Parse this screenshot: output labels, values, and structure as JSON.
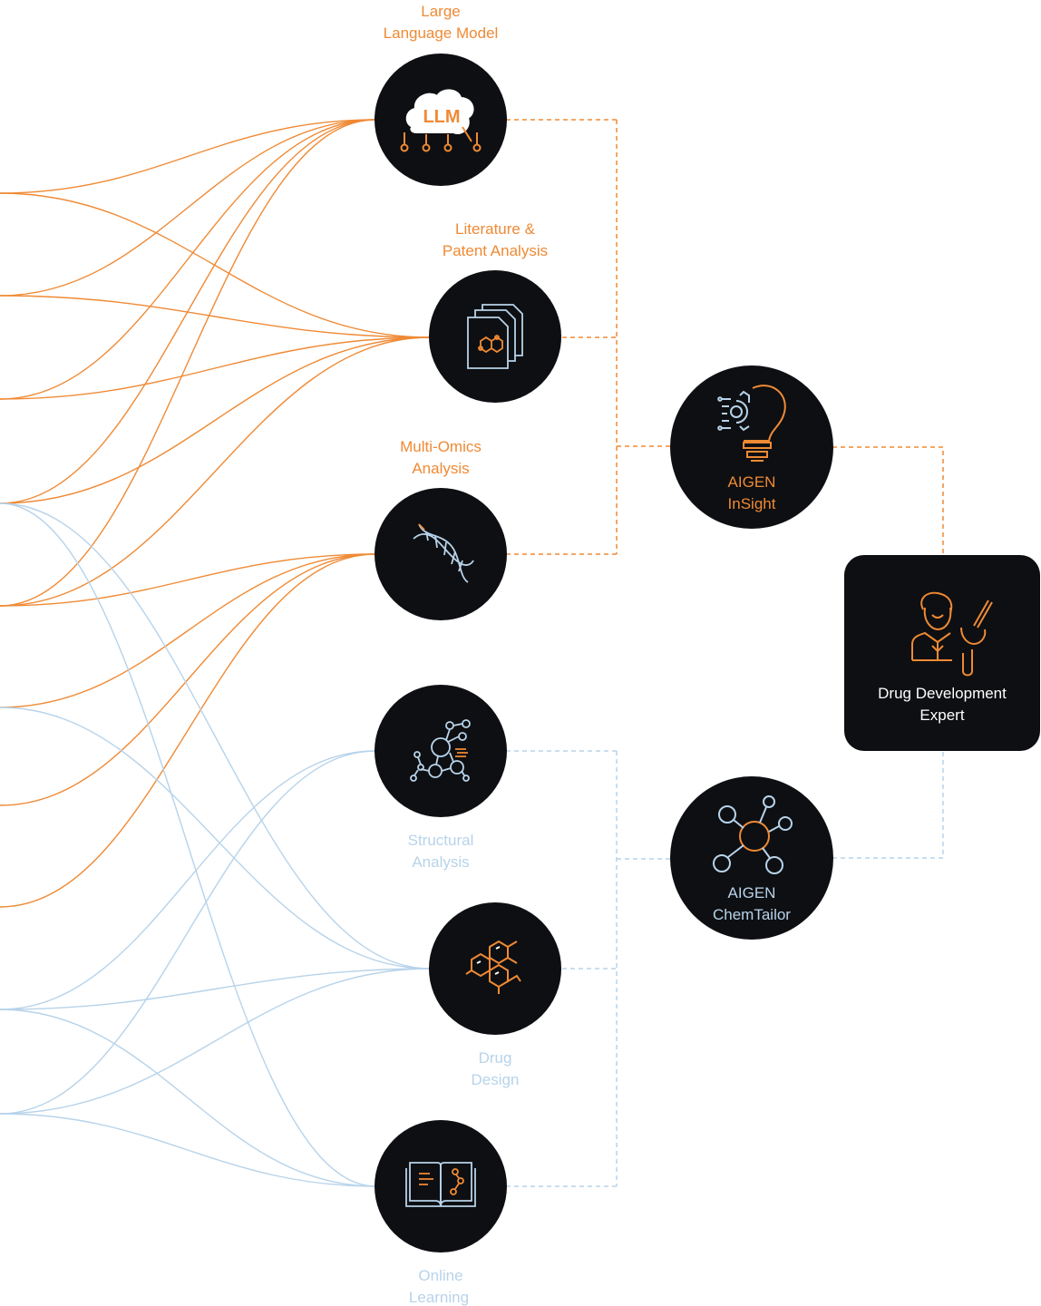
{
  "colors": {
    "orange": "#ef8a35",
    "blue": "#b7d3ea",
    "node_fill": "#0e0f12",
    "text_white": "#ffffff"
  },
  "modules": {
    "llm": {
      "label_line1": "Large",
      "label_line2": "Language Model",
      "icon": "llm-brain-icon"
    },
    "literature": {
      "label_line1": "Literature &",
      "label_line2": "Patent Analysis",
      "icon": "documents-molecule-icon"
    },
    "omics": {
      "label_line1": "Multi-Omics",
      "label_line2": "Analysis",
      "icon": "dna-icon"
    },
    "structural": {
      "label_line1": "Structural",
      "label_line2": "Analysis",
      "icon": "molecule-network-icon"
    },
    "drug_design": {
      "label_line1": "Drug",
      "label_line2": "Design",
      "icon": "hexagon-rings-icon"
    },
    "online": {
      "label_line1": "Online",
      "label_line2": "Learning",
      "icon": "open-book-icon"
    }
  },
  "products": {
    "insight": {
      "label_line1": "AIGEN",
      "label_line2": "InSight",
      "icon": "lightbulb-gear-icon"
    },
    "chemtailor": {
      "label_line1": "AIGEN",
      "label_line2": "ChemTailor",
      "icon": "molecule-hub-icon"
    }
  },
  "expert": {
    "label_line1": "Drug Development",
    "label_line2": "Expert",
    "icon": "scientist-icon"
  }
}
